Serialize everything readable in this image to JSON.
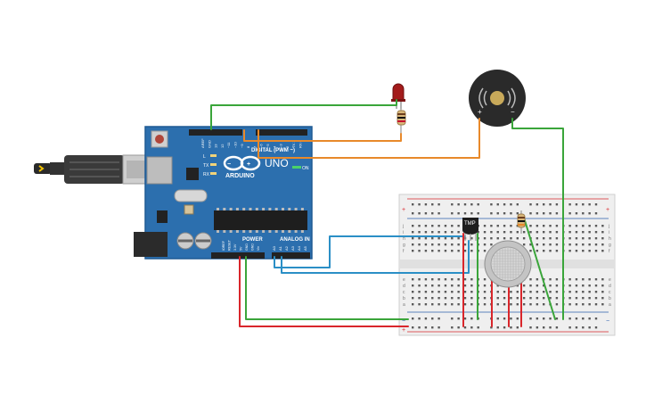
{
  "arduino": {
    "brand": "ARDUINO",
    "model": "UNO",
    "digital_label": "DIGITAL (PWM ~)",
    "power_label": "POWER",
    "analog_label": "ANALOG IN",
    "on_label": "ON",
    "led_labels": [
      "L",
      "TX",
      "RX"
    ],
    "top_pin_labels": [
      "AREF",
      "GND",
      "13",
      "12",
      "~11",
      "~10",
      "~9",
      "8",
      "7",
      "~6",
      "~5",
      "4",
      "~3",
      "2",
      "TX 1",
      "RX 0"
    ],
    "power_pin_labels": [
      "IOREF",
      "RESET",
      "3.3V",
      "5V",
      "GND",
      "GND",
      "Vin"
    ],
    "analog_pin_labels": [
      "A0",
      "A1",
      "A2",
      "A3",
      "A4",
      "A5"
    ]
  },
  "sensor": {
    "label": "TMP"
  },
  "buzzer": {
    "plus": "+",
    "minus": "−"
  },
  "breadboard": {
    "row_letters_top": [
      "j",
      "i",
      "h",
      "g",
      "f"
    ],
    "row_letters_bottom": [
      "e",
      "d",
      "c",
      "b",
      "a"
    ],
    "rail_plus": "+",
    "rail_minus": "−"
  },
  "colors": {
    "board": "#2c6fae",
    "board_dark": "#1f5a93",
    "wire_green": "#3aa53a",
    "wire_orange": "#e8892a",
    "wire_red": "#d9262b",
    "wire_blue": "#2b8fc6",
    "breadboard": "#efefef"
  }
}
